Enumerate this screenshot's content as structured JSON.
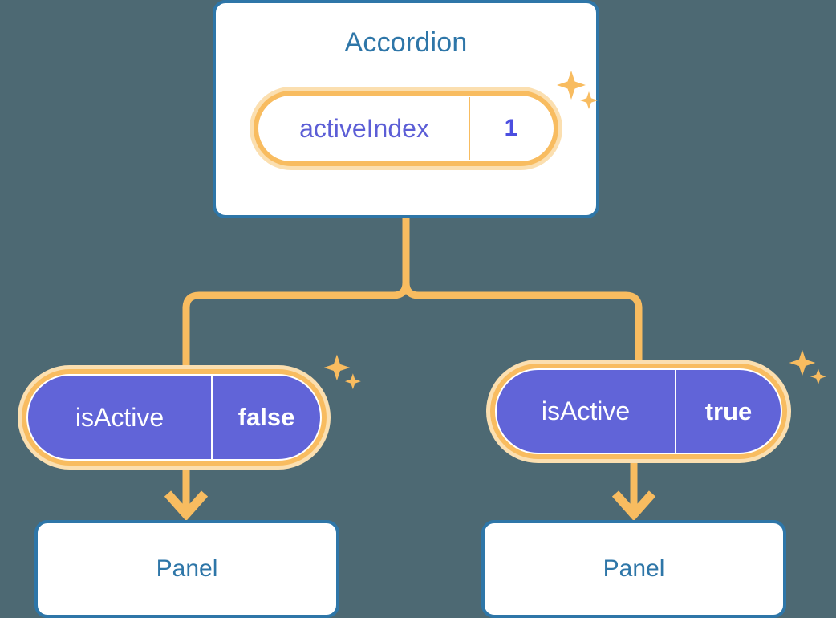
{
  "diagram": {
    "title_text": "Accordion",
    "background_color": "#4d6973",
    "accent_blue": "#2e76a8",
    "accent_orange": "#f8bc60",
    "accent_orange_halo": "#fbdfb0",
    "accent_purple": "#6164d8"
  },
  "root": {
    "label": "Accordion",
    "state": {
      "key": "activeIndex",
      "value": "1",
      "sparkle": "sparkle-icon"
    }
  },
  "children": [
    {
      "state": {
        "key": "isActive",
        "value": "false",
        "sparkle": "sparkle-icon"
      },
      "panel": {
        "label": "Panel"
      },
      "arrow": "arrow-down-icon"
    },
    {
      "state": {
        "key": "isActive",
        "value": "true",
        "sparkle": "sparkle-icon"
      },
      "panel": {
        "label": "Panel"
      },
      "arrow": "arrow-down-icon"
    }
  ]
}
